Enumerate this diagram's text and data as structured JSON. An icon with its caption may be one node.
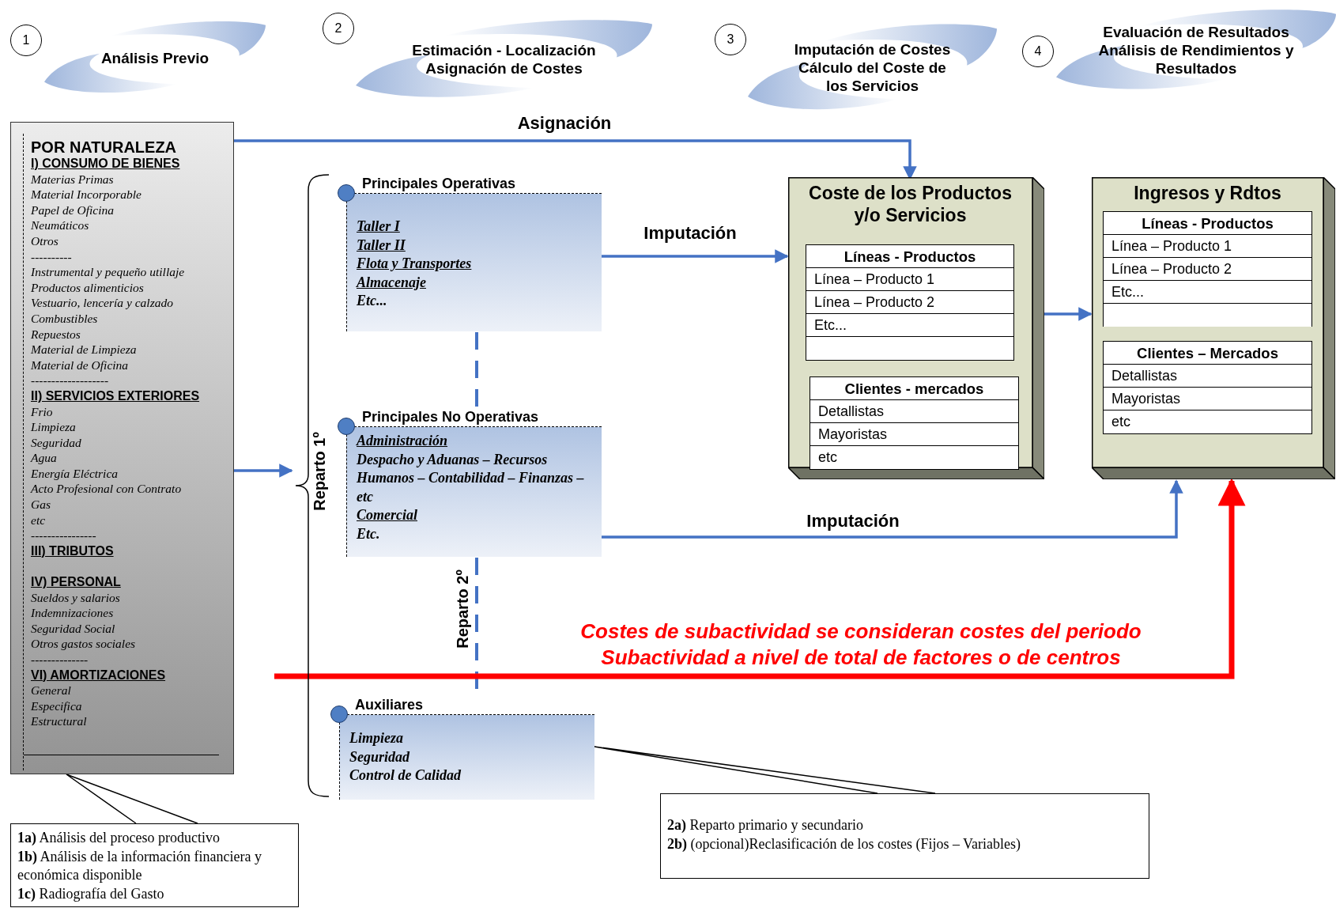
{
  "diagram": {
    "nodes": [
      {
        "text": [
          "1"
        ]
      },
      {
        "text": [
          "Análisis Previo"
        ]
      },
      {
        "text": [
          "2"
        ]
      },
      {
        "text": [
          "Estimación - Localización Asignación de Costes"
        ]
      },
      {
        "text": [
          "3"
        ]
      },
      {
        "text": [
          "Imputación de Costes Cálculo del Coste de los Servicios"
        ]
      },
      {
        "text": [
          "4"
        ]
      },
      {
        "text": [
          "Evaluación de Resultados Análisis de Rendimientos y Resultados"
        ]
      },
      {
        "text": [
          "POR NATURALEZA",
          "I) CONSUMO DE BIENES",
          "Materias Primas",
          "Material Incorporable",
          "Papel de Oficina",
          "Neumáticos",
          "Otros",
          "----------",
          "Instrumental y pequeño utillaje",
          "Productos alimenticios",
          "Vestuario, lencería y calzado",
          "Combustibles",
          "Repuestos",
          "Material de Limpieza",
          "Material de Oficina",
          "-------------------",
          "II) SERVICIOS EXTERIORES",
          "Frio",
          "Limpieza",
          "Seguridad",
          "Agua",
          "Energía Eléctrica",
          "Acto Profesional con Contrato",
          "Gas",
          "etc",
          "----------------",
          "III) TRIBUTOS",
          "IV) PERSONAL",
          "Sueldos y salarios",
          "Indemnizaciones",
          "Seguridad Social",
          "Otros gastos sociales",
          "--------------",
          "VI) AMORTIZACIONES",
          "General",
          "Especifica",
          "Estructural"
        ]
      },
      {
        "text": [
          "**1a)** Análisis del proceso productivo",
          "**1b)** Análisis de la información financiera y económica disponible",
          "**1c)** Radiografía del Gasto"
        ]
      },
      {
        "text": [
          "Principales Operativas",
          "Taller I",
          "Taller II",
          "Flota y Transportes",
          "Almacenaje",
          "Etc..."
        ]
      },
      {
        "text": [
          "Principales No Operativas",
          "Administración",
          "Despacho y Aduanas – Recursos Humanos – Contabilidad – Finanzas – etc",
          "Comercial",
          "Etc."
        ]
      },
      {
        "text": [
          "Auxiliares",
          "Limpieza",
          "Seguridad",
          "Control de Calidad"
        ]
      },
      {
        "text": [
          "**2a)** Reparto primario y secundario",
          "**2b)** (opcional)Reclasificación de los costes (Fijos – Variables)"
        ]
      },
      {
        "text": [
          "Coste de los Productos y/o Servicios"
        ]
      },
      {
        "text": [
          "Líneas - Productos",
          "Línea – Producto 1",
          "Línea – Producto 2",
          "Etc..."
        ],
        "in": 14
      },
      {
        "text": [
          "Clientes - mercados",
          "Detallistas",
          "Mayoristas",
          "etc"
        ],
        "in": 14
      },
      {
        "text": [
          "Ingresos y Rdtos"
        ]
      },
      {
        "text": [
          "Líneas - Productos",
          "Línea – Producto 1",
          "Línea – Producto 2",
          "Etc..."
        ],
        "in": 17
      },
      {
        "text": [
          "Clientes – Mercados",
          "Detallistas",
          "Mayoristas",
          "etc"
        ],
        "in": 17
      },
      {
        "text": [
          "Reparto 1º"
        ]
      }
    ],
    "edges": [
      {
        "from": 9,
        "to": 8,
        "arrow": "none",
        "color": "#000000"
      },
      {
        "from": 13,
        "to": 12,
        "arrow": "none",
        "color": "#000000"
      },
      {
        "from": 8,
        "to": 14,
        "arrow": "to",
        "label": "Asignación"
      },
      {
        "from": 8,
        "to": 20,
        "arrow": "to"
      },
      {
        "from": 10,
        "to": 14,
        "arrow": "to",
        "label": "Imputación"
      },
      {
        "from": 14,
        "to": 17,
        "arrow": "to"
      },
      {
        "from": 11,
        "to": 17,
        "arrow": "to",
        "label": "Imputación"
      },
      {
        "from": 10,
        "to": 11,
        "arrow": "none",
        "style": "dashed"
      },
      {
        "from": 11,
        "to": 12,
        "arrow": "none",
        "style": "dashed",
        "label": "Reparto 2º"
      },
      {
        "from": null,
        "to": 17,
        "arrow": "to",
        "style": "thick",
        "color": "#ff0000",
        "label": "Costes de subactividad se consideran costes del periodo Subactividad a nivel de total de factores o de centros"
      }
    ]
  }
}
